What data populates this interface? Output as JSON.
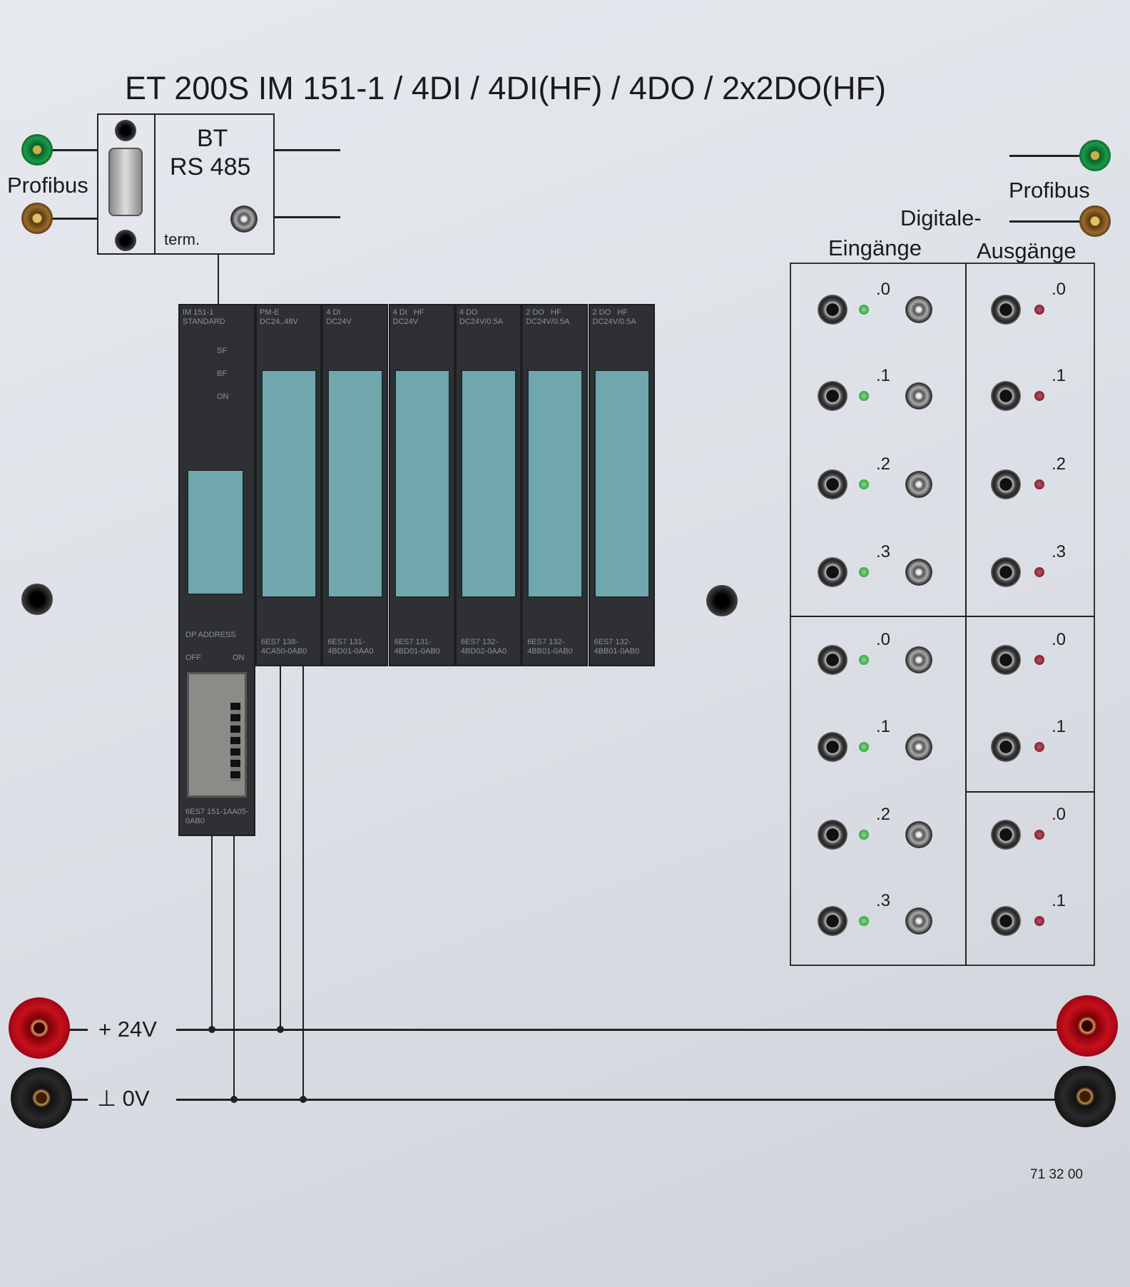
{
  "title": "ET 200S  IM 151-1 / 4DI / 4DI(HF) / 4DO / 2x2DO(HF)",
  "bus_terminal": {
    "line1": "BT",
    "line2": "RS 485",
    "term_label": "term."
  },
  "profibus_left": "Profibus",
  "profibus_right": "Profibus",
  "io_header": {
    "digitale": "Digitale-",
    "inputs": "Eingänge",
    "outputs": "Ausgänge"
  },
  "inputs": [
    ".0",
    ".1",
    ".2",
    ".3",
    ".0",
    ".1",
    ".2",
    ".3"
  ],
  "outputs": [
    ".0",
    ".1",
    ".2",
    ".3",
    ".0",
    ".1",
    ".0",
    ".1"
  ],
  "power": {
    "plus": "+ 24V",
    "ground": "⊥  0V"
  },
  "panel_number": "71 32 00",
  "interface_module": {
    "name": "IM 151-1",
    "variant": "STANDARD",
    "leds": [
      "SF",
      "BF",
      "ON"
    ],
    "switch_label": "DP ADDRESS",
    "off": "OFF",
    "on": "ON",
    "order": "6ES7 151-1AA05-0AB0"
  },
  "modules": [
    {
      "top": "PM-E",
      "sub": "DC24..48V",
      "order": "6ES7 138-4CA50-0AB0"
    },
    {
      "top": "4 DI",
      "sub": "DC24V",
      "order": "6ES7 131-4BD01-0AA0"
    },
    {
      "top": "4 DI   HF",
      "sub": "DC24V",
      "order": "6ES7 131-4BD01-0AB0"
    },
    {
      "top": "4 DO",
      "sub": "DC24V/0.5A",
      "order": "6ES7 132-4BD02-0AA0"
    },
    {
      "top": "2 DO   HF",
      "sub": "DC24V/0.5A",
      "order": "6ES7 132-4BB01-0AB0"
    },
    {
      "top": "2 DO   HF",
      "sub": "DC24V/0.5A",
      "order": "6ES7 132-4BB01-0AB0"
    }
  ],
  "colors": {
    "panel": "#e2e5ea",
    "module": "#2e3034",
    "window": "#6fa7ad",
    "red": "#c8101c"
  }
}
